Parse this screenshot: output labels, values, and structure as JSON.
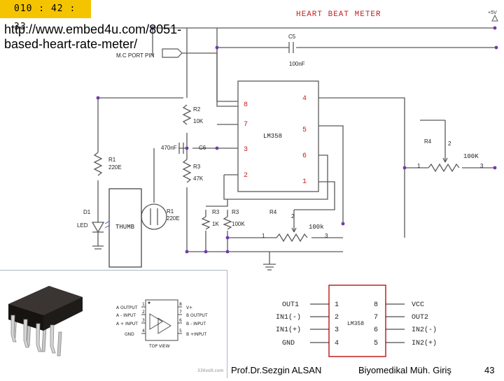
{
  "timer": "010 : 42 : 33",
  "url_lines": [
    "http://www.embed4u.com/8051-",
    "based-heart-rate-meter/"
  ],
  "schematic": {
    "title": "HEART BEAT METER",
    "vcc": "+5V",
    "mc_port": "M.C PORT PIN",
    "c5": "C5",
    "c5_value": "100nF",
    "c6": "C6",
    "c6_value": "470nF",
    "r2": "R2",
    "r2_value": "10K",
    "r3": "R3",
    "r3_value": "47K",
    "r1": "R1",
    "r1_value": "220E",
    "r1b": "R1",
    "r1b_value": "220E",
    "d1": "D1",
    "led": "LED",
    "thumb": "THUMB",
    "r3b": "R3",
    "r3b_value": "1K",
    "r3c": "R3",
    "r3c_value": "100K",
    "r4": "R4",
    "r4_pot": "100K",
    "r4b": "R4",
    "r4b_pot": "100k",
    "ic": "LM358",
    "pins": [
      "8",
      "7",
      "3",
      "2",
      "4",
      "5",
      "6",
      "1"
    ],
    "pot_pins": [
      "1",
      "2",
      "3"
    ]
  },
  "pinout": {
    "ic": "LM358",
    "left_labels": [
      "OUT1",
      "IN1(-)",
      "IN1(+)",
      "GND"
    ],
    "left_pins": [
      "1",
      "2",
      "3",
      "4"
    ],
    "right_pins": [
      "8",
      "7",
      "6",
      "5"
    ],
    "right_labels": [
      "VCC",
      "OUT2",
      "IN2(-)",
      "IN2(+)"
    ]
  },
  "chip_diagram": {
    "left_labels": [
      "A OUTPUT",
      "A - INPUT",
      "A + INPUT",
      "GND"
    ],
    "left_pins": [
      "1",
      "2",
      "3",
      "4"
    ],
    "right_pins": [
      "8",
      "7",
      "6",
      "5"
    ],
    "right_labels": [
      "V+",
      "B OUTPUT",
      "B - INPUT",
      "B +INPUT"
    ],
    "caption": "TOP VIEW",
    "watermark": "330volt.com"
  },
  "footer": {
    "author": "Prof.Dr.Sezgin ALSAN",
    "course": "Biyomedikal Müh. Giriş",
    "page": "43"
  }
}
